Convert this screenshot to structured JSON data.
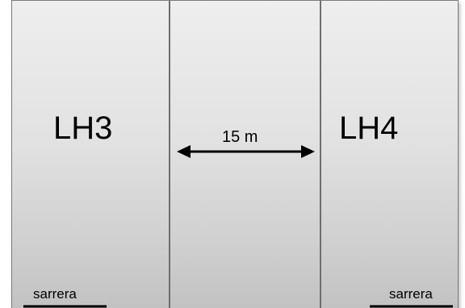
{
  "rooms": {
    "left_label": "LH3",
    "right_label": "LH4"
  },
  "distance": {
    "label": "15 m"
  },
  "doors": {
    "left_label": "sarrera",
    "right_label": "sarrera"
  }
}
